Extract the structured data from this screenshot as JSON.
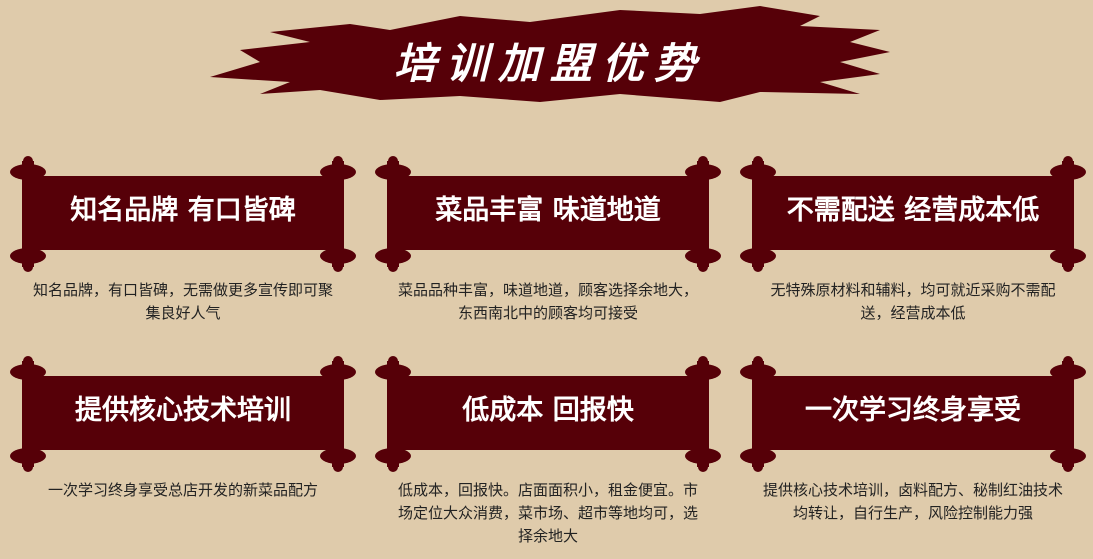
{
  "header": {
    "title": "培训加盟优势"
  },
  "colors": {
    "background": "#dfcbab",
    "accent": "#560008"
  },
  "cards": [
    {
      "title": "知名品牌 有口皆碑",
      "desc": "知名品牌，有口皆碑，无需做更多宣传即可聚集良好人气"
    },
    {
      "title": "菜品丰富 味道地道",
      "desc": "菜品品种丰富，味道地道，顾客选择余地大，东西南北中的顾客均可接受"
    },
    {
      "title": "不需配送 经营成本低",
      "desc": "无特殊原材料和辅料，均可就近采购不需配送，经营成本低"
    },
    {
      "title": "提供核心技术培训",
      "desc": "一次学习终身享受总店开发的新菜品配方"
    },
    {
      "title": "低成本 回报快",
      "desc": "低成本，回报快。店面面积小，租金便宜。市场定位大众消费，菜市场、超市等地均可，选择余地大"
    },
    {
      "title": "一次学习终身享受",
      "desc": "提供核心技术培训，卤料配方、秘制红油技术均转让，自行生产，风险控制能力强"
    }
  ]
}
